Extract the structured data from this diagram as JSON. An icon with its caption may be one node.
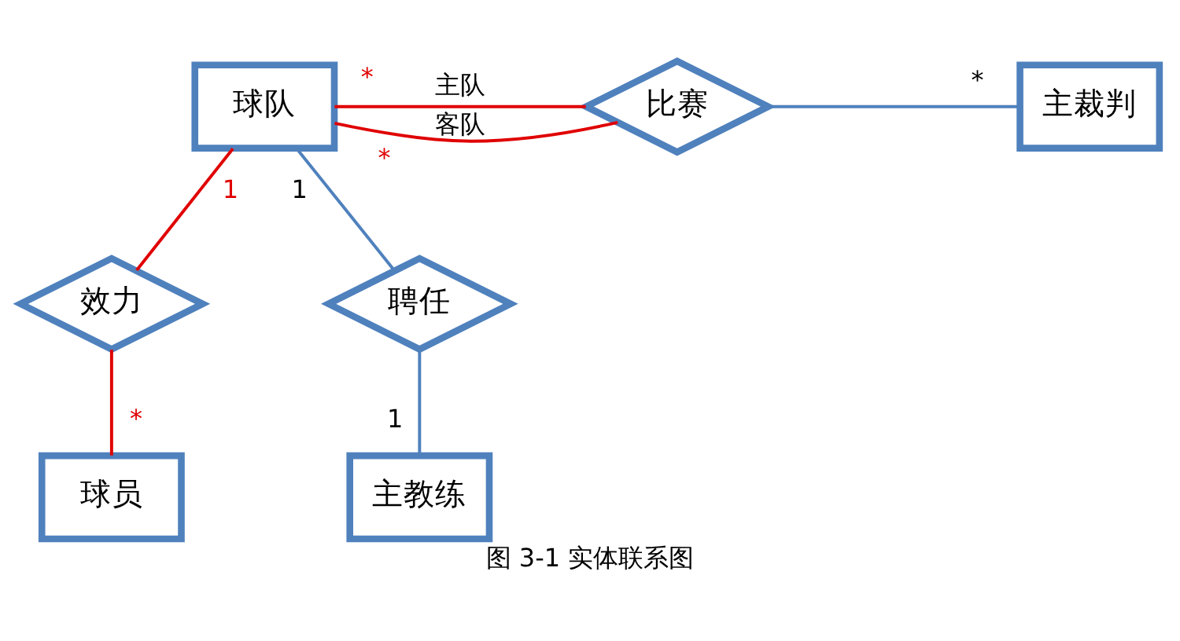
{
  "diagram": {
    "caption": "图 3-1 实体联系图",
    "nodes": [
      {
        "text": [
          "球队"
        ]
      },
      {
        "text": [
          "比赛"
        ]
      },
      {
        "text": [
          "主裁判"
        ]
      },
      {
        "text": [
          "效力"
        ]
      },
      {
        "text": [
          "聘任"
        ]
      },
      {
        "text": [
          "球员"
        ]
      },
      {
        "text": [
          "主教练"
        ]
      }
    ],
    "edges": [
      {
        "from": 0,
        "to": 1,
        "arrow": "none",
        "label": "主队",
        "color": "#e00000"
      },
      {
        "from": 0,
        "to": 1,
        "arrow": "none",
        "label": "客队",
        "color": "#e00000"
      },
      {
        "from": 1,
        "to": 2,
        "arrow": "none",
        "color": "#4f81bd"
      },
      {
        "from": 0,
        "to": 3,
        "arrow": "none",
        "color": "#e00000"
      },
      {
        "from": 0,
        "to": 4,
        "arrow": "none",
        "color": "#4f81bd"
      },
      {
        "from": 3,
        "to": 5,
        "arrow": "none",
        "color": "#e00000"
      },
      {
        "from": 4,
        "to": 6,
        "arrow": "none",
        "color": "#4f81bd"
      }
    ],
    "labels": [
      "*",
      "*",
      "*",
      "1",
      "1",
      "*",
      "1"
    ]
  }
}
